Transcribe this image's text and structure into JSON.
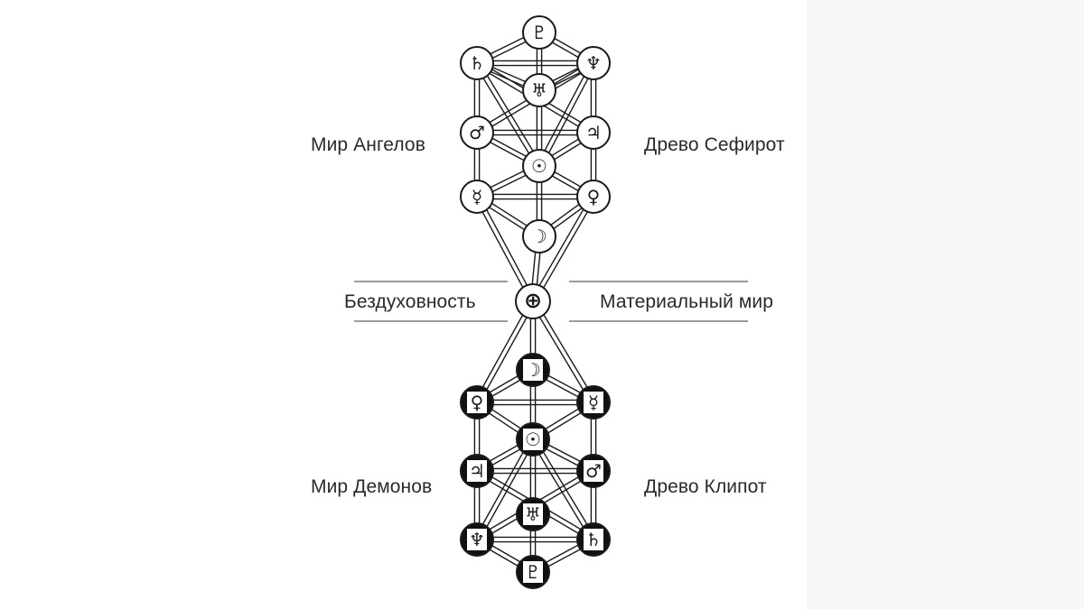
{
  "labels": {
    "angels_world": "Мир Ангелов",
    "sephirot_tree": "Древо Сефирот",
    "spiritlessness": "Бездуховность",
    "material_world": "Материальный мир",
    "demons_world": "Мир Демонов",
    "qliphoth_tree": "Древо Клипот"
  },
  "upper_tree": [
    {
      "id": "u1",
      "symbol": "♇",
      "icon": "pluto-icon"
    },
    {
      "id": "u2",
      "symbol": "♄",
      "icon": "saturn-icon"
    },
    {
      "id": "u3",
      "symbol": "♆",
      "icon": "neptune-icon"
    },
    {
      "id": "u4",
      "symbol": "♅",
      "icon": "uranus-icon"
    },
    {
      "id": "u5",
      "symbol": "♂",
      "icon": "mars-icon"
    },
    {
      "id": "u6",
      "symbol": "♃",
      "icon": "jupiter-icon"
    },
    {
      "id": "u7",
      "symbol": "☉",
      "icon": "sun-icon"
    },
    {
      "id": "u8",
      "symbol": "☿",
      "icon": "mercury-icon"
    },
    {
      "id": "u9",
      "symbol": "♀",
      "icon": "venus-icon"
    },
    {
      "id": "u10",
      "symbol": "☽",
      "icon": "moon-icon"
    }
  ],
  "earth": {
    "id": "earth",
    "symbol": "⊕",
    "icon": "earth-icon"
  },
  "lower_tree": [
    {
      "id": "l1",
      "symbol": "☽",
      "icon": "moon-icon"
    },
    {
      "id": "l2",
      "symbol": "♀",
      "icon": "venus-icon"
    },
    {
      "id": "l3",
      "symbol": "☿",
      "icon": "mercury-icon"
    },
    {
      "id": "l4",
      "symbol": "☉",
      "icon": "sun-icon"
    },
    {
      "id": "l5",
      "symbol": "♃",
      "icon": "jupiter-icon"
    },
    {
      "id": "l6",
      "symbol": "♂",
      "icon": "mars-icon"
    },
    {
      "id": "l7",
      "symbol": "♅",
      "icon": "uranus-icon"
    },
    {
      "id": "l8",
      "symbol": "♆",
      "icon": "neptune-icon"
    },
    {
      "id": "l9",
      "symbol": "♄",
      "icon": "saturn-icon"
    },
    {
      "id": "l10",
      "symbol": "♇",
      "icon": "pluto-icon"
    }
  ],
  "colors": {
    "ink": "#1a1a1a",
    "label": "#2a2a2a",
    "divider": "#7a7a7a",
    "node_fill_light": "#ffffff",
    "node_fill_dark": "#111111"
  }
}
